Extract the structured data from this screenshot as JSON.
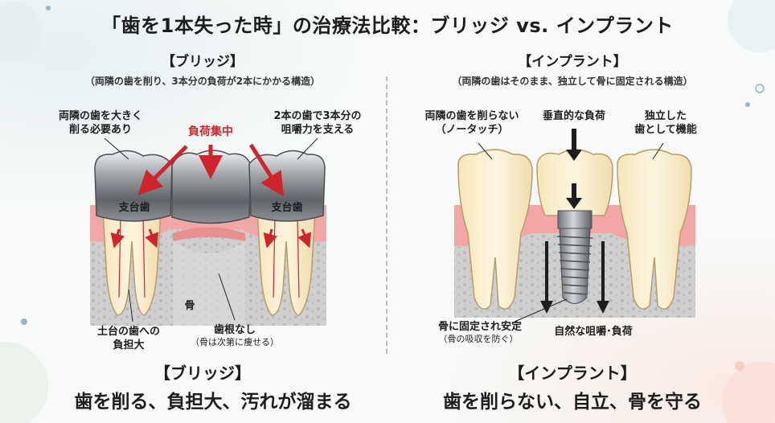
{
  "title": "「歯を1本失った時」の治療法比較：ブリッジ vs. インプラント",
  "bridge": {
    "heading": "【ブリッジ】",
    "subheading": "（両隣の歯を削り、3本分の負荷が2本にかかる構造）",
    "label_cut": "両隣の歯を大きく\n削る必要あり",
    "label_load_focus": "負荷集中",
    "label_three_teeth": "2本の歯で3本分の\n咀嚼力を支える",
    "abutment_left": "支台歯",
    "abutment_right": "支台歯",
    "bone": "骨",
    "label_burden": "土台の歯への\n負担大",
    "label_no_root": "歯根なし",
    "label_no_root_sub": "（骨は次第に痩せる）",
    "caption_heading": "【ブリッジ】",
    "caption": "歯を削る、負担大、汚れが溜まる"
  },
  "implant": {
    "heading": "【インプラント】",
    "subheading": "（両隣の歯はそのまま、独立して骨に固定される構造）",
    "label_no_cut": "両隣の歯を削らない\n（ノータッチ）",
    "label_vertical": "垂直的な負荷",
    "label_independent": "独立した\n歯として機能",
    "label_fixed": "骨に固定され安定",
    "label_fixed_sub": "（骨の吸収を防ぐ）",
    "label_natural": "自然な咀嚼･負荷",
    "caption_heading": "【インプラント】",
    "caption": "歯を削らない、自立、骨を守る"
  },
  "colors": {
    "accent_red": "#d0242c",
    "gum": "#f2a6a6",
    "bone": "#c9c9c9",
    "tooth": "#fbf1d5",
    "metal": "#8a8e93"
  }
}
